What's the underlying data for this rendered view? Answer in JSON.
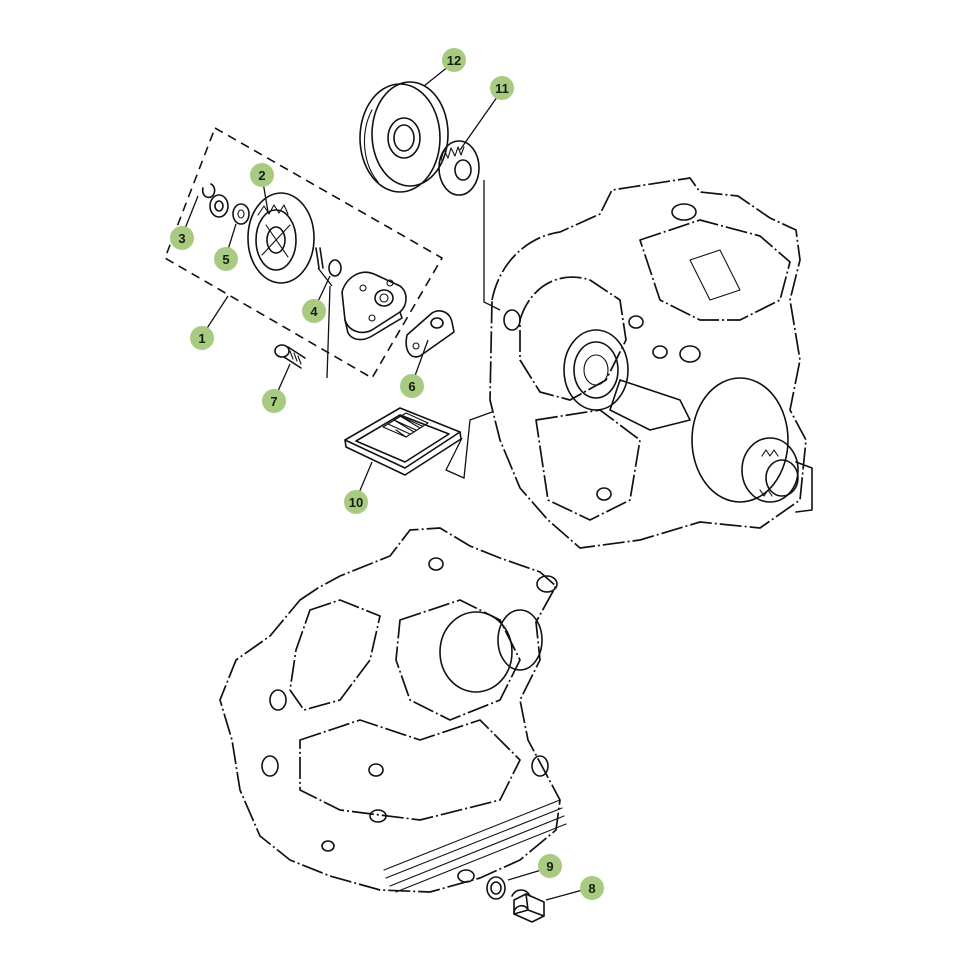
{
  "diagram": {
    "accent_color": "#a8cc7f",
    "callouts": [
      {
        "id": "callout-1",
        "label": "1"
      },
      {
        "id": "callout-2",
        "label": "2"
      },
      {
        "id": "callout-3",
        "label": "3"
      },
      {
        "id": "callout-4",
        "label": "4"
      },
      {
        "id": "callout-5",
        "label": "5"
      },
      {
        "id": "callout-6",
        "label": "6"
      },
      {
        "id": "callout-7",
        "label": "7"
      },
      {
        "id": "callout-8",
        "label": "8"
      },
      {
        "id": "callout-9",
        "label": "9"
      },
      {
        "id": "callout-10",
        "label": "10"
      },
      {
        "id": "callout-11",
        "label": "11"
      },
      {
        "id": "callout-12",
        "label": "12"
      }
    ]
  }
}
